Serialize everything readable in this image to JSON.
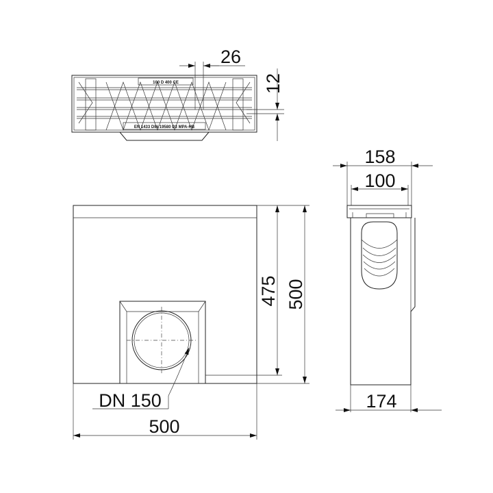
{
  "grate": {
    "marking_top": "100 D 400 CE",
    "marking_bottom": "EN 1433  DIN 19580 D3 MPA-HB"
  },
  "dimensions": {
    "grate_bar": "26",
    "grate_slot": "12",
    "width_top": "158",
    "width_inner": "100",
    "height_inner": "475",
    "height_total": "500",
    "length": "500",
    "width_bottom": "174",
    "outlet": "DN 150"
  },
  "colors": {
    "line": "#222222",
    "background": "#ffffff"
  }
}
